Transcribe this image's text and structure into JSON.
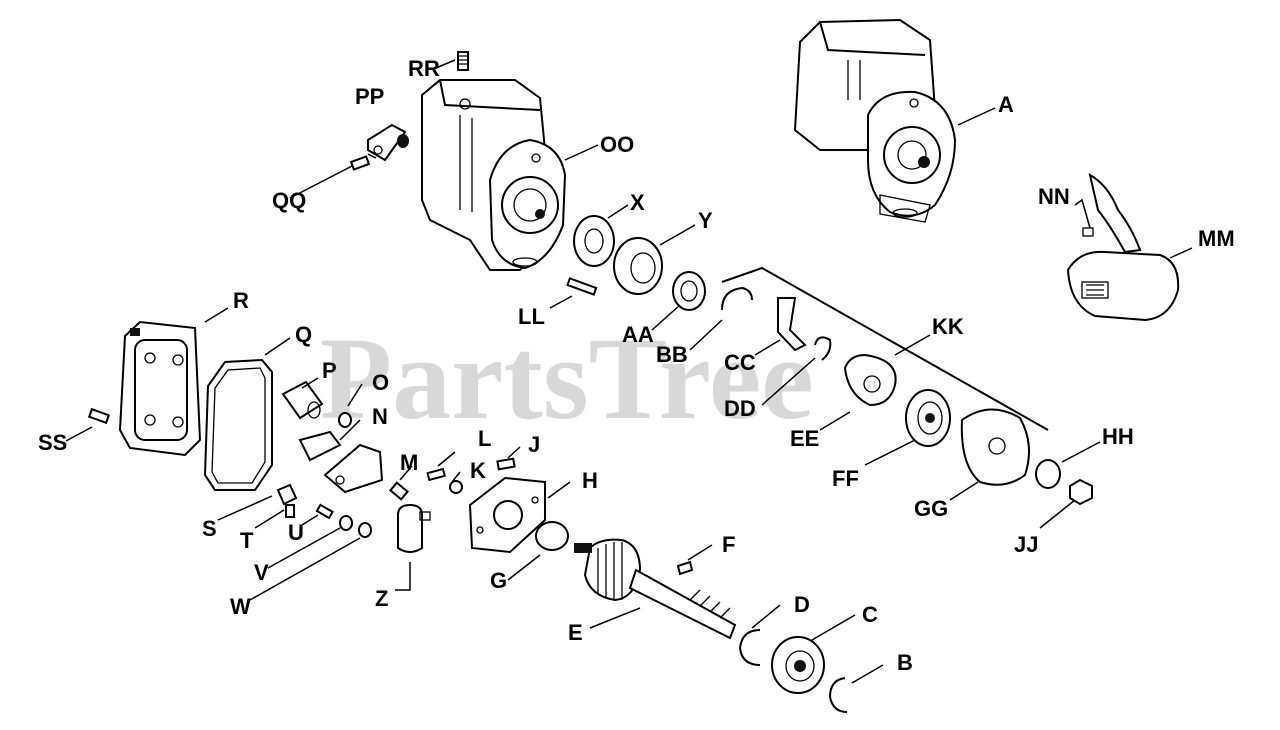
{
  "watermark": "PartsTree",
  "labels": {
    "A": "A",
    "B": "B",
    "C": "C",
    "D": "D",
    "E": "E",
    "F": "F",
    "G": "G",
    "H": "H",
    "J": "J",
    "K": "K",
    "L": "L",
    "M": "M",
    "N": "N",
    "O": "O",
    "P": "P",
    "Q": "Q",
    "R": "R",
    "S": "S",
    "T": "T",
    "U": "U",
    "V": "V",
    "W": "W",
    "X": "X",
    "Y": "Y",
    "Z": "Z",
    "AA": "AA",
    "BB": "BB",
    "CC": "CC",
    "DD": "DD",
    "EE": "EE",
    "FF": "FF",
    "GG": "GG",
    "HH": "HH",
    "JJ": "JJ",
    "KK": "KK",
    "LL": "LL",
    "MM": "MM",
    "NN": "NN",
    "OO": "OO",
    "PP": "PP",
    "QQ": "QQ",
    "RR": "RR",
    "SS": "SS"
  }
}
